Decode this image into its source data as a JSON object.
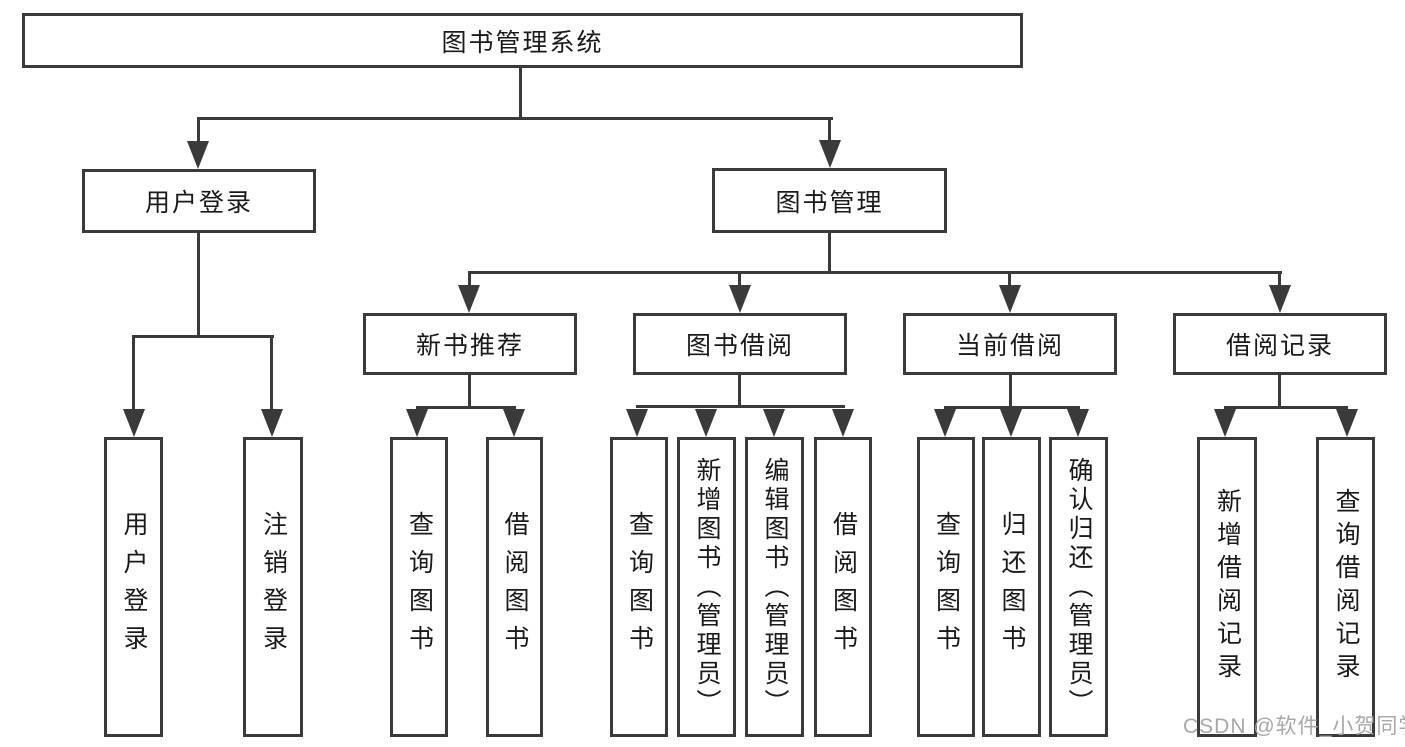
{
  "diagram": {
    "title_note": "functional structure tree",
    "root": {
      "label": "图书管理系统"
    },
    "level2": [
      {
        "label": "用户登录"
      },
      {
        "label": "图书管理"
      }
    ],
    "level3": [
      {
        "label": "新书推荐"
      },
      {
        "label": "图书借阅"
      },
      {
        "label": "当前借阅"
      },
      {
        "label": "借阅记录"
      }
    ],
    "leaves": {
      "user_login": [
        "用户登录",
        "注销登录"
      ],
      "new_book_recommend": [
        "查询图书",
        "借阅图书"
      ],
      "book_borrow": [
        "查询图书",
        "新增图书（管理员）",
        "编辑图书（管理员）",
        "借阅图书"
      ],
      "current_borrow": [
        "查询图书",
        "归还图书",
        "确认归还（管理员）"
      ],
      "borrow_record": [
        "新增借阅记录",
        "查询借阅记录"
      ]
    },
    "colors": {
      "line": "#3a3a3a",
      "text": "#1a1a1a",
      "background": "#ffffff",
      "watermark": "#a8a8a8"
    },
    "watermark": {
      "text": "CSDN @软件_小贺同学"
    }
  }
}
